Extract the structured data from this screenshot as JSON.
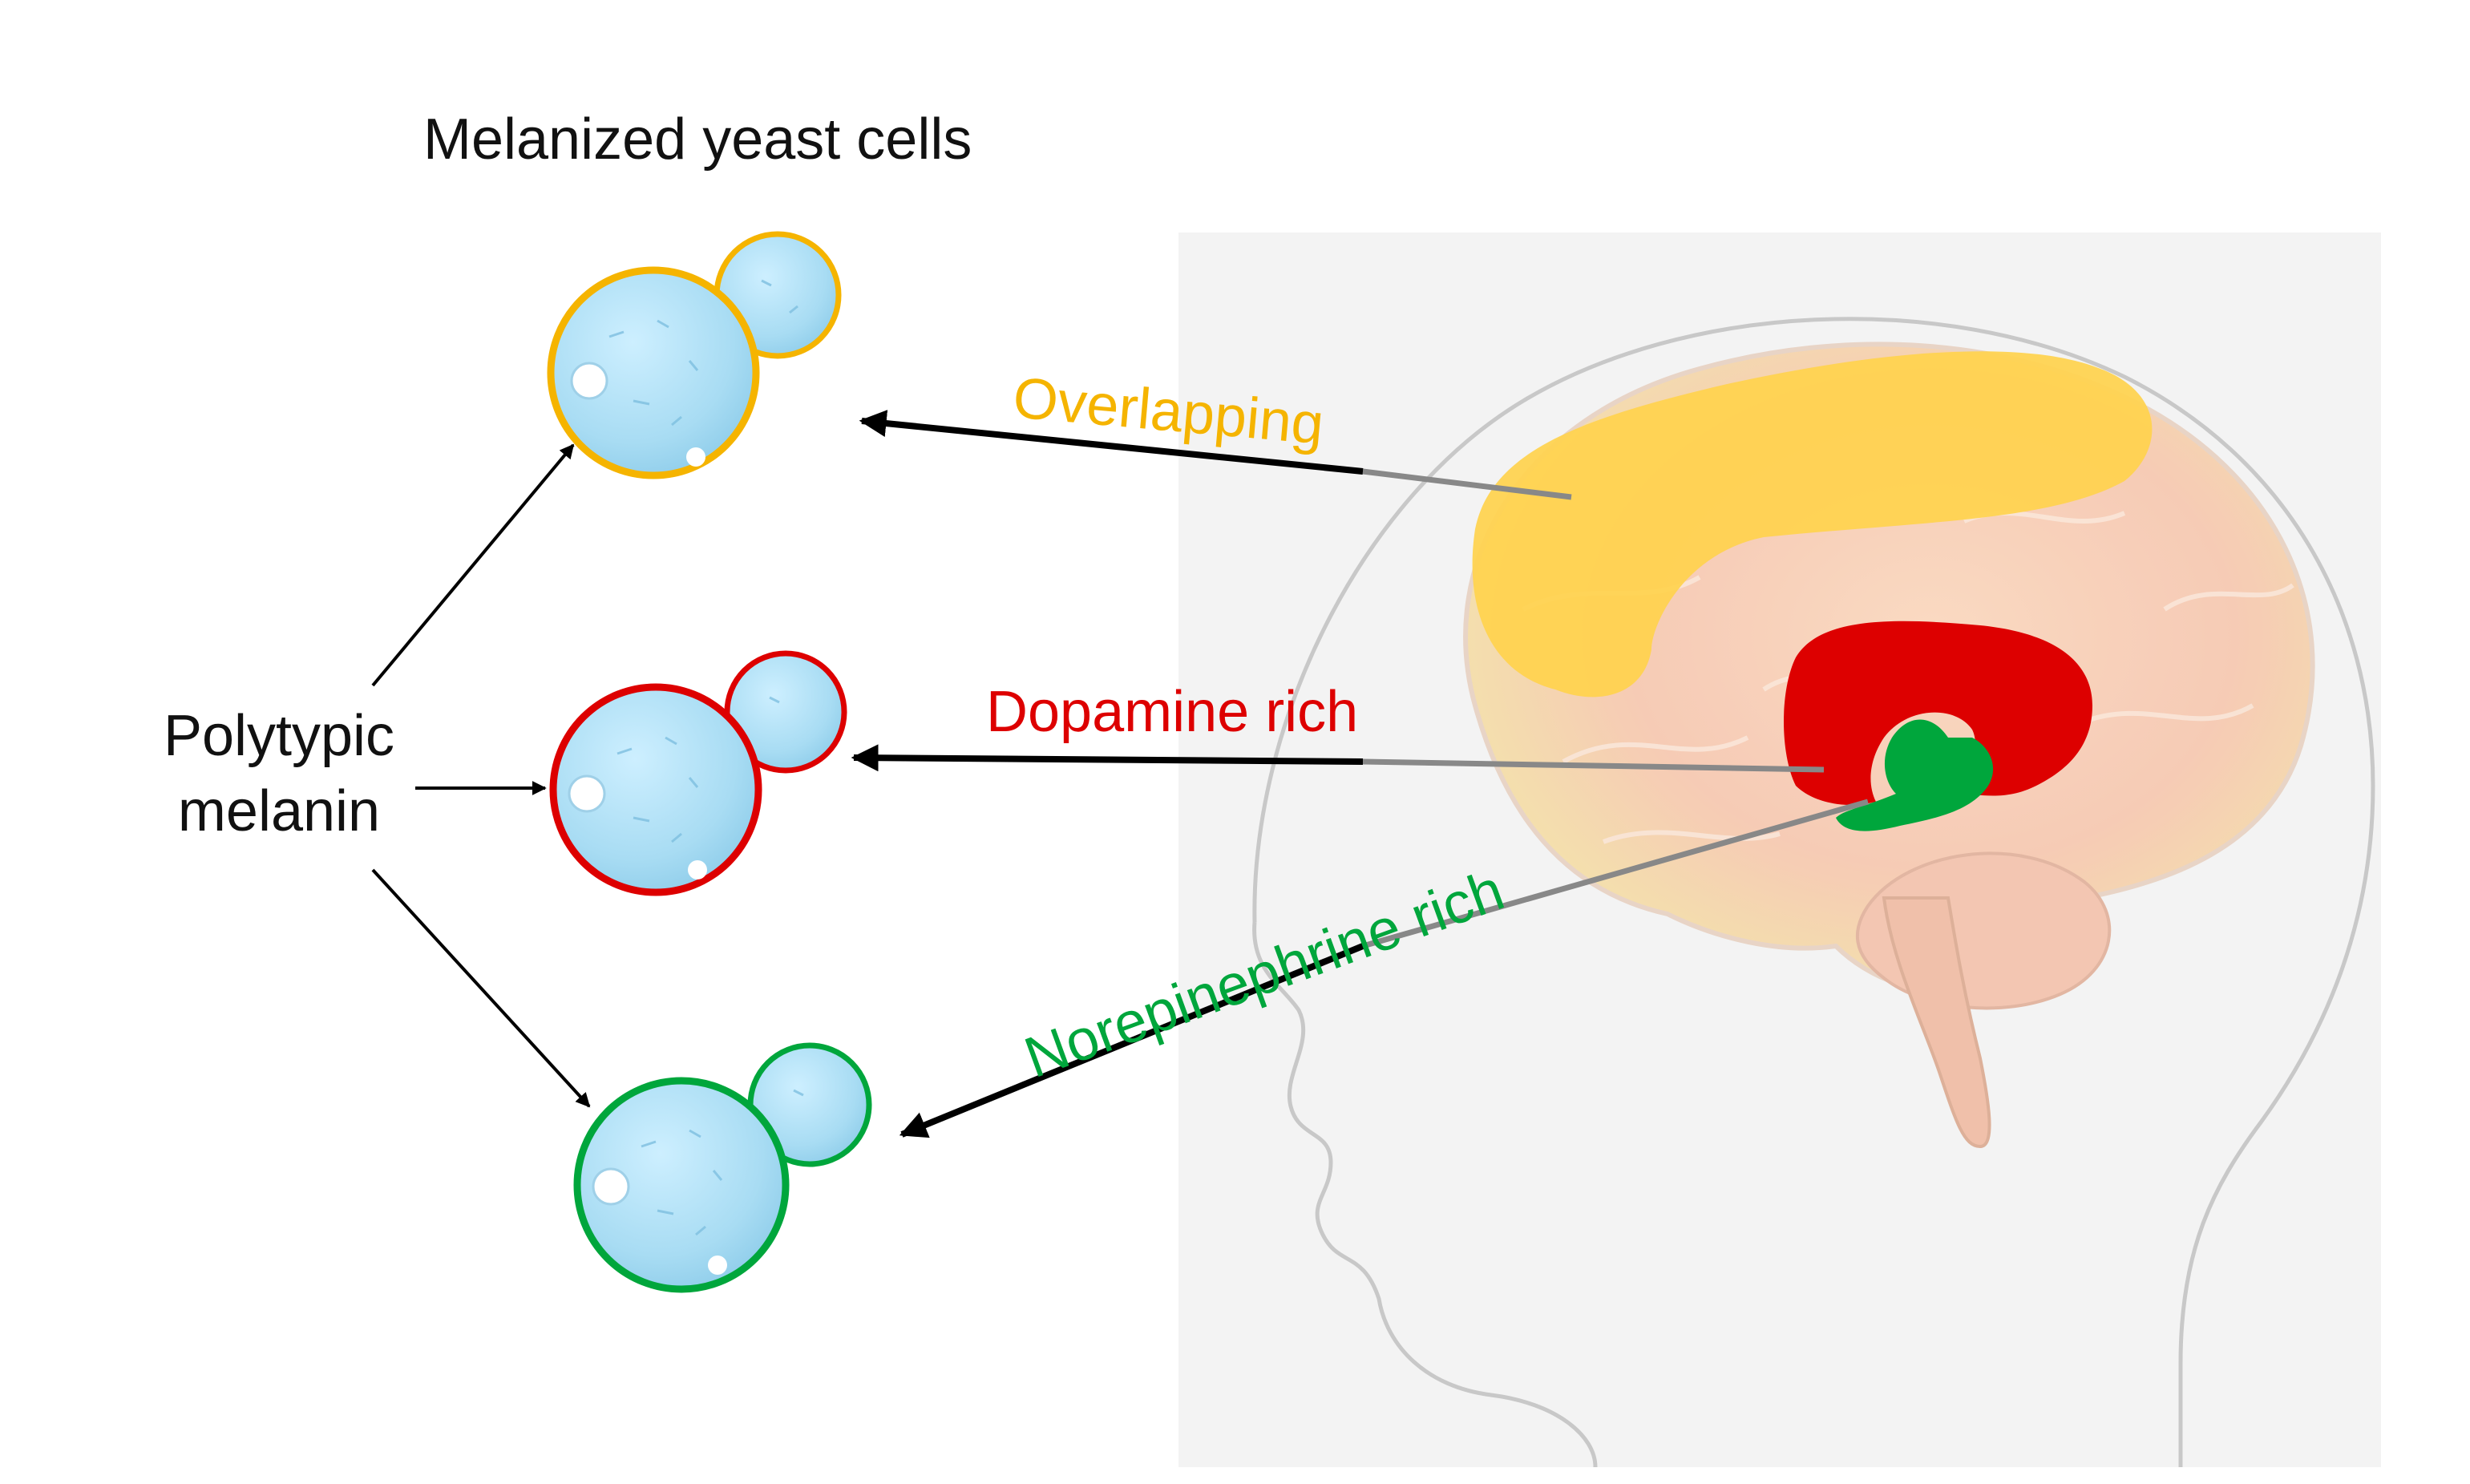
{
  "title": "Melanized yeast cells",
  "source_label": {
    "line1": "Polytypic",
    "line2": "melanin"
  },
  "regions": [
    {
      "id": "overlapping",
      "label": "Overlapping",
      "color": "#f5b400"
    },
    {
      "id": "dopamine",
      "label": "Dopamine rich",
      "color": "#dd0000"
    },
    {
      "id": "norepinephrine",
      "label": "Norepinephrine rich",
      "color": "#00a63c"
    }
  ],
  "colors": {
    "overlapping": "#f5b400",
    "overlapping_region": "#ffd24d",
    "dopamine": "#dd0000",
    "norepinephrine": "#00a63c",
    "cell_fill": "#aee0f5",
    "arrow": "#000000",
    "background_panel": "#f3f3f3"
  }
}
